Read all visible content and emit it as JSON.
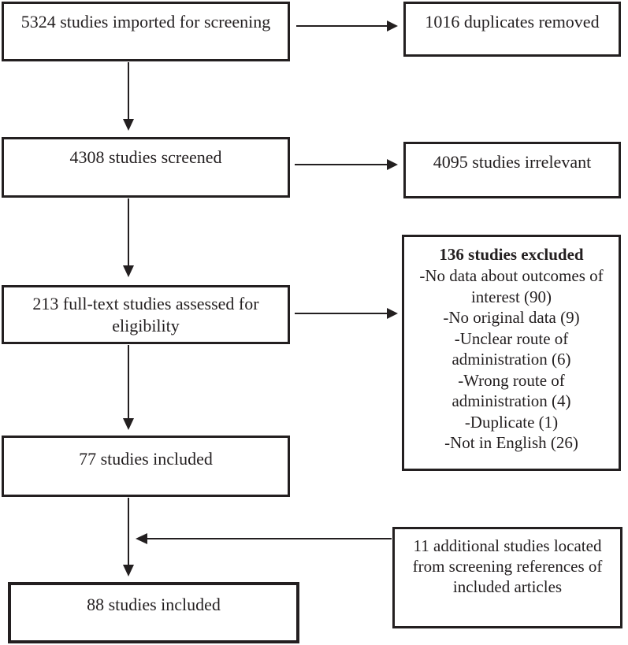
{
  "flowchart": {
    "boxes": {
      "imported": "5324 studies imported for screening",
      "duplicates_removed": "1016 duplicates removed",
      "screened": "4308 studies screened",
      "irrelevant": "4095 studies irrelevant",
      "fulltext_assessed": "213 full-text studies assessed for eligibility",
      "excluded": {
        "title": "136 studies excluded",
        "reasons": [
          "-No data about outcomes of interest (90)",
          "-No original data (9)",
          "-Unclear route of administration (6)",
          "-Wrong route of administration (4)",
          "-Duplicate (1)",
          "-Not in English (26)"
        ]
      },
      "included_fulltext": "77 studies included",
      "included_total": "88 studies included",
      "additional": "11 additional studies located from screening references of included articles"
    },
    "colors": {
      "border": "#231f20",
      "text": "#231f20",
      "background": "#ffffff"
    }
  }
}
